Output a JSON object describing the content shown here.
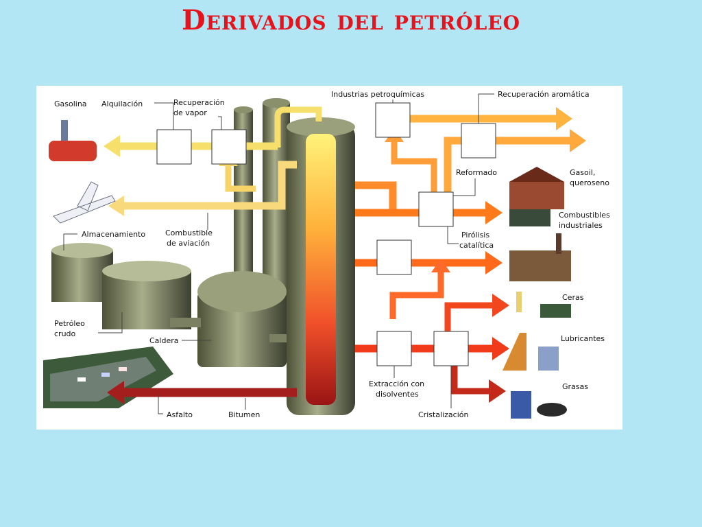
{
  "title": "Derivados del petróleo",
  "diagram": {
    "labels": {
      "gasolina": "Gasolina",
      "alquilacion": "Alquilación",
      "recuperacion_vapor_1": "Recuperación",
      "recuperacion_vapor_2": "de vapor",
      "industrias_petroquimicas": "Industrias petroquímicas",
      "recuperacion_aromatica": "Recuperación aromática",
      "reformado": "Reformado",
      "gasoil_1": "Gasoil,",
      "gasoil_2": "queroseno",
      "combustibles_industriales_1": "Combustibles",
      "combustibles_industriales_2": "industriales",
      "almacenamiento": "Almacenamiento",
      "combustible_aviacion_1": "Combustible",
      "combustible_aviacion_2": "de aviación",
      "pirolisis_1": "Pirólisis",
      "pirolisis_2": "catalítica",
      "ceras": "Ceras",
      "petroleo_crudo_1": "Petróleo",
      "petroleo_crudo_2": "crudo",
      "caldera": "Caldera",
      "lubricantes": "Lubricantes",
      "extraccion_1": "Extracción con",
      "extraccion_2": "disolventes",
      "grasas": "Grasas",
      "asfalto": "Asfalto",
      "bitumen": "Bitumen",
      "cristalizacion": "Cristalización"
    }
  }
}
